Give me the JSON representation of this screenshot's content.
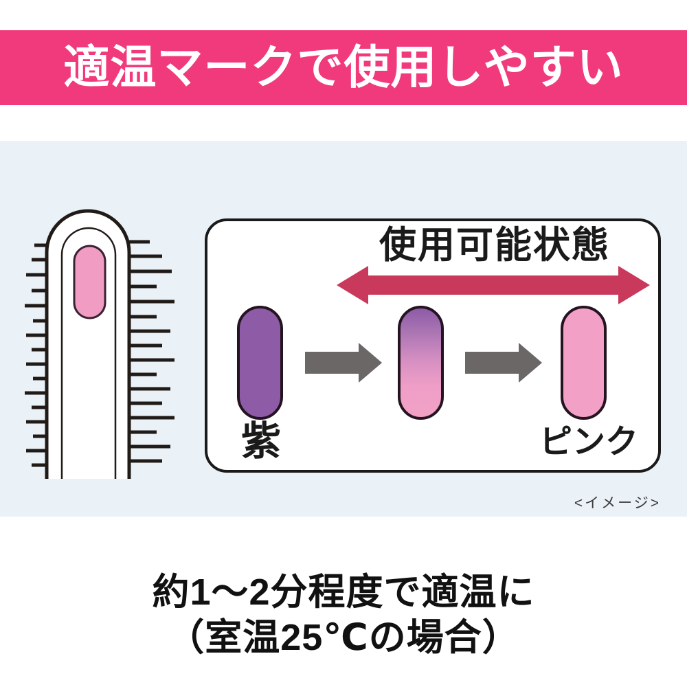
{
  "header": {
    "title": "適温マークで使用しやすい"
  },
  "panel": {
    "title": "使用可能状態",
    "purple_label": "紫",
    "pink_label": "ピンク"
  },
  "section": {
    "caption": "<イメージ>"
  },
  "footer": {
    "line1": "約1〜2分程度で適温に",
    "line2": "（室温25℃の場合）"
  },
  "colors": {
    "banner-pink": "#F13A7B",
    "section-blue": "#EAF2F8",
    "capsule-purple": "#8E5BA7",
    "capsule-pink": "#F2A0C6",
    "capsule-outline": "#241320",
    "range-arrow-red": "#C9395C",
    "step-arrow-gray": "#6B6767",
    "text-black": "#1A1A1A"
  }
}
